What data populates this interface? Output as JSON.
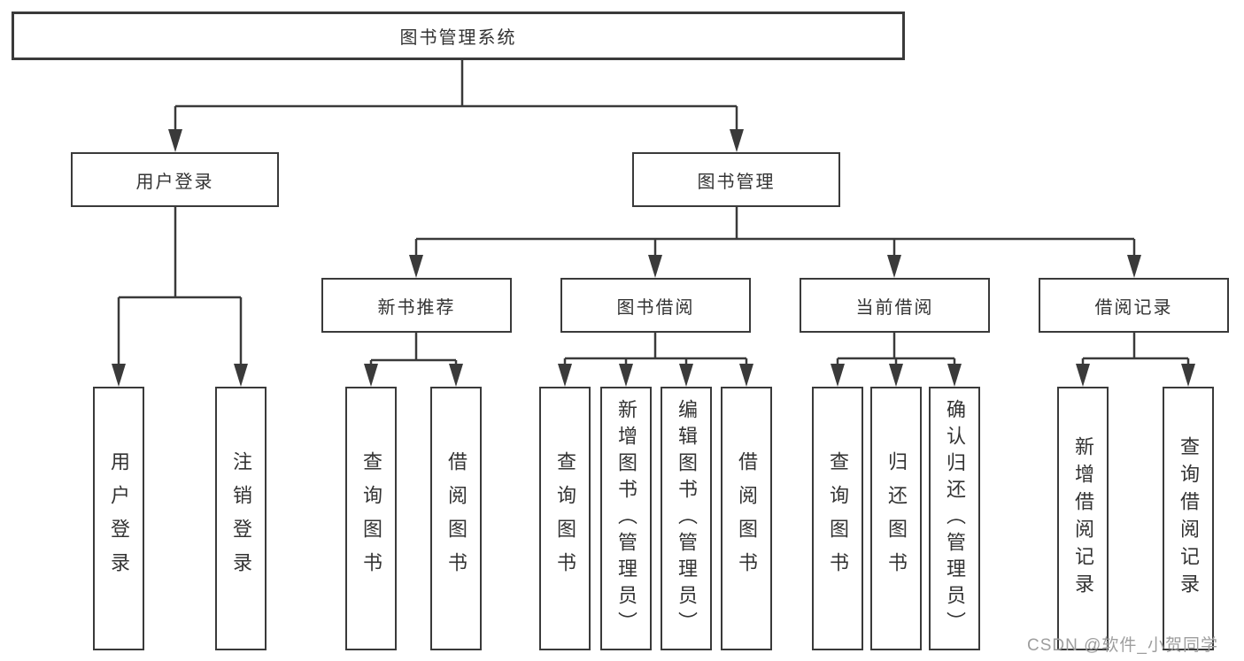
{
  "diagram": {
    "root": "图书管理系统",
    "level2": [
      {
        "label": "用户登录",
        "children": [
          "用户登录",
          "注销登录"
        ]
      },
      {
        "label": "图书管理",
        "children": [
          {
            "label": "新书推荐",
            "children": [
              "查询图书",
              "借阅图书"
            ]
          },
          {
            "label": "图书借阅",
            "children": [
              "查询图书",
              "新增图书（管理员）",
              "编辑图书（管理员）",
              "借阅图书"
            ]
          },
          {
            "label": "当前借阅",
            "children": [
              "查询图书",
              "归还图书",
              "确认归还（管理员）"
            ]
          },
          {
            "label": "借阅记录",
            "children": [
              "新增借阅记录",
              "查询借阅记录"
            ]
          }
        ]
      }
    ]
  },
  "watermark": "CSDN @软件_小贺同学",
  "colors": {
    "line": "#3a3a3a",
    "text": "#333333",
    "box_fill": "#ffffff",
    "watermark": "#9e9e9e",
    "background": "#ffffff"
  }
}
